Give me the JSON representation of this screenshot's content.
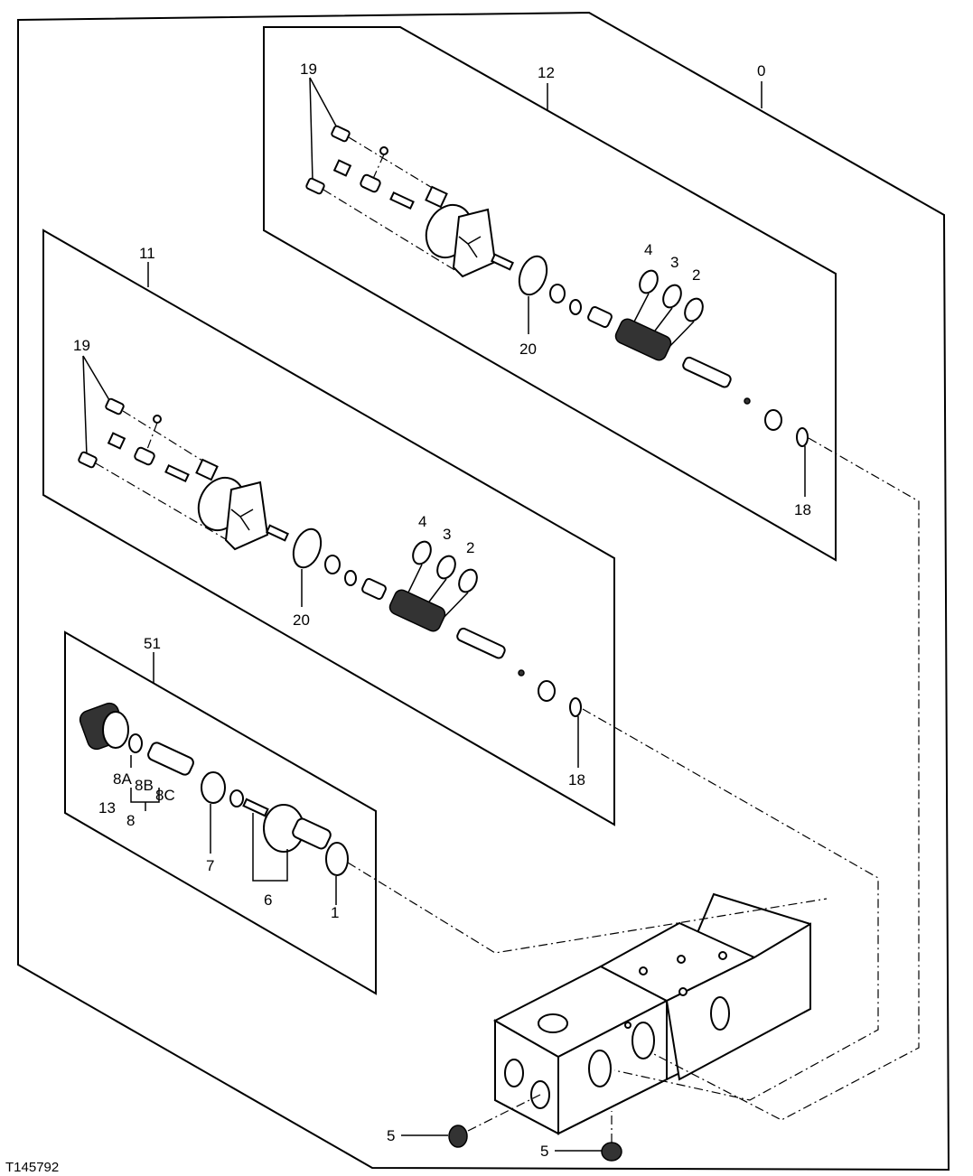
{
  "figure_id": "T145792",
  "callouts": {
    "assembly": "0",
    "valve_upper": "12",
    "valve_lower": "11",
    "relief_valve": "51",
    "screws_upper": "19",
    "screws_lower": "19",
    "oring_20_upper": "20",
    "oring_20_lower": "20",
    "ring_4_upper": "4",
    "ring_3_upper": "3",
    "ring_2_upper": "2",
    "ring_4_lower": "4",
    "ring_3_lower": "3",
    "ring_2_lower": "2",
    "ring_18_upper": "18",
    "ring_18_lower": "18",
    "plug_13": "13",
    "part_8a": "8A",
    "part_8b": "8B",
    "part_8c": "8C",
    "part_8": "8",
    "ring_7": "7",
    "poppet_6": "6",
    "ring_1": "1",
    "plug_5_left": "5",
    "plug_5_right": "5"
  }
}
